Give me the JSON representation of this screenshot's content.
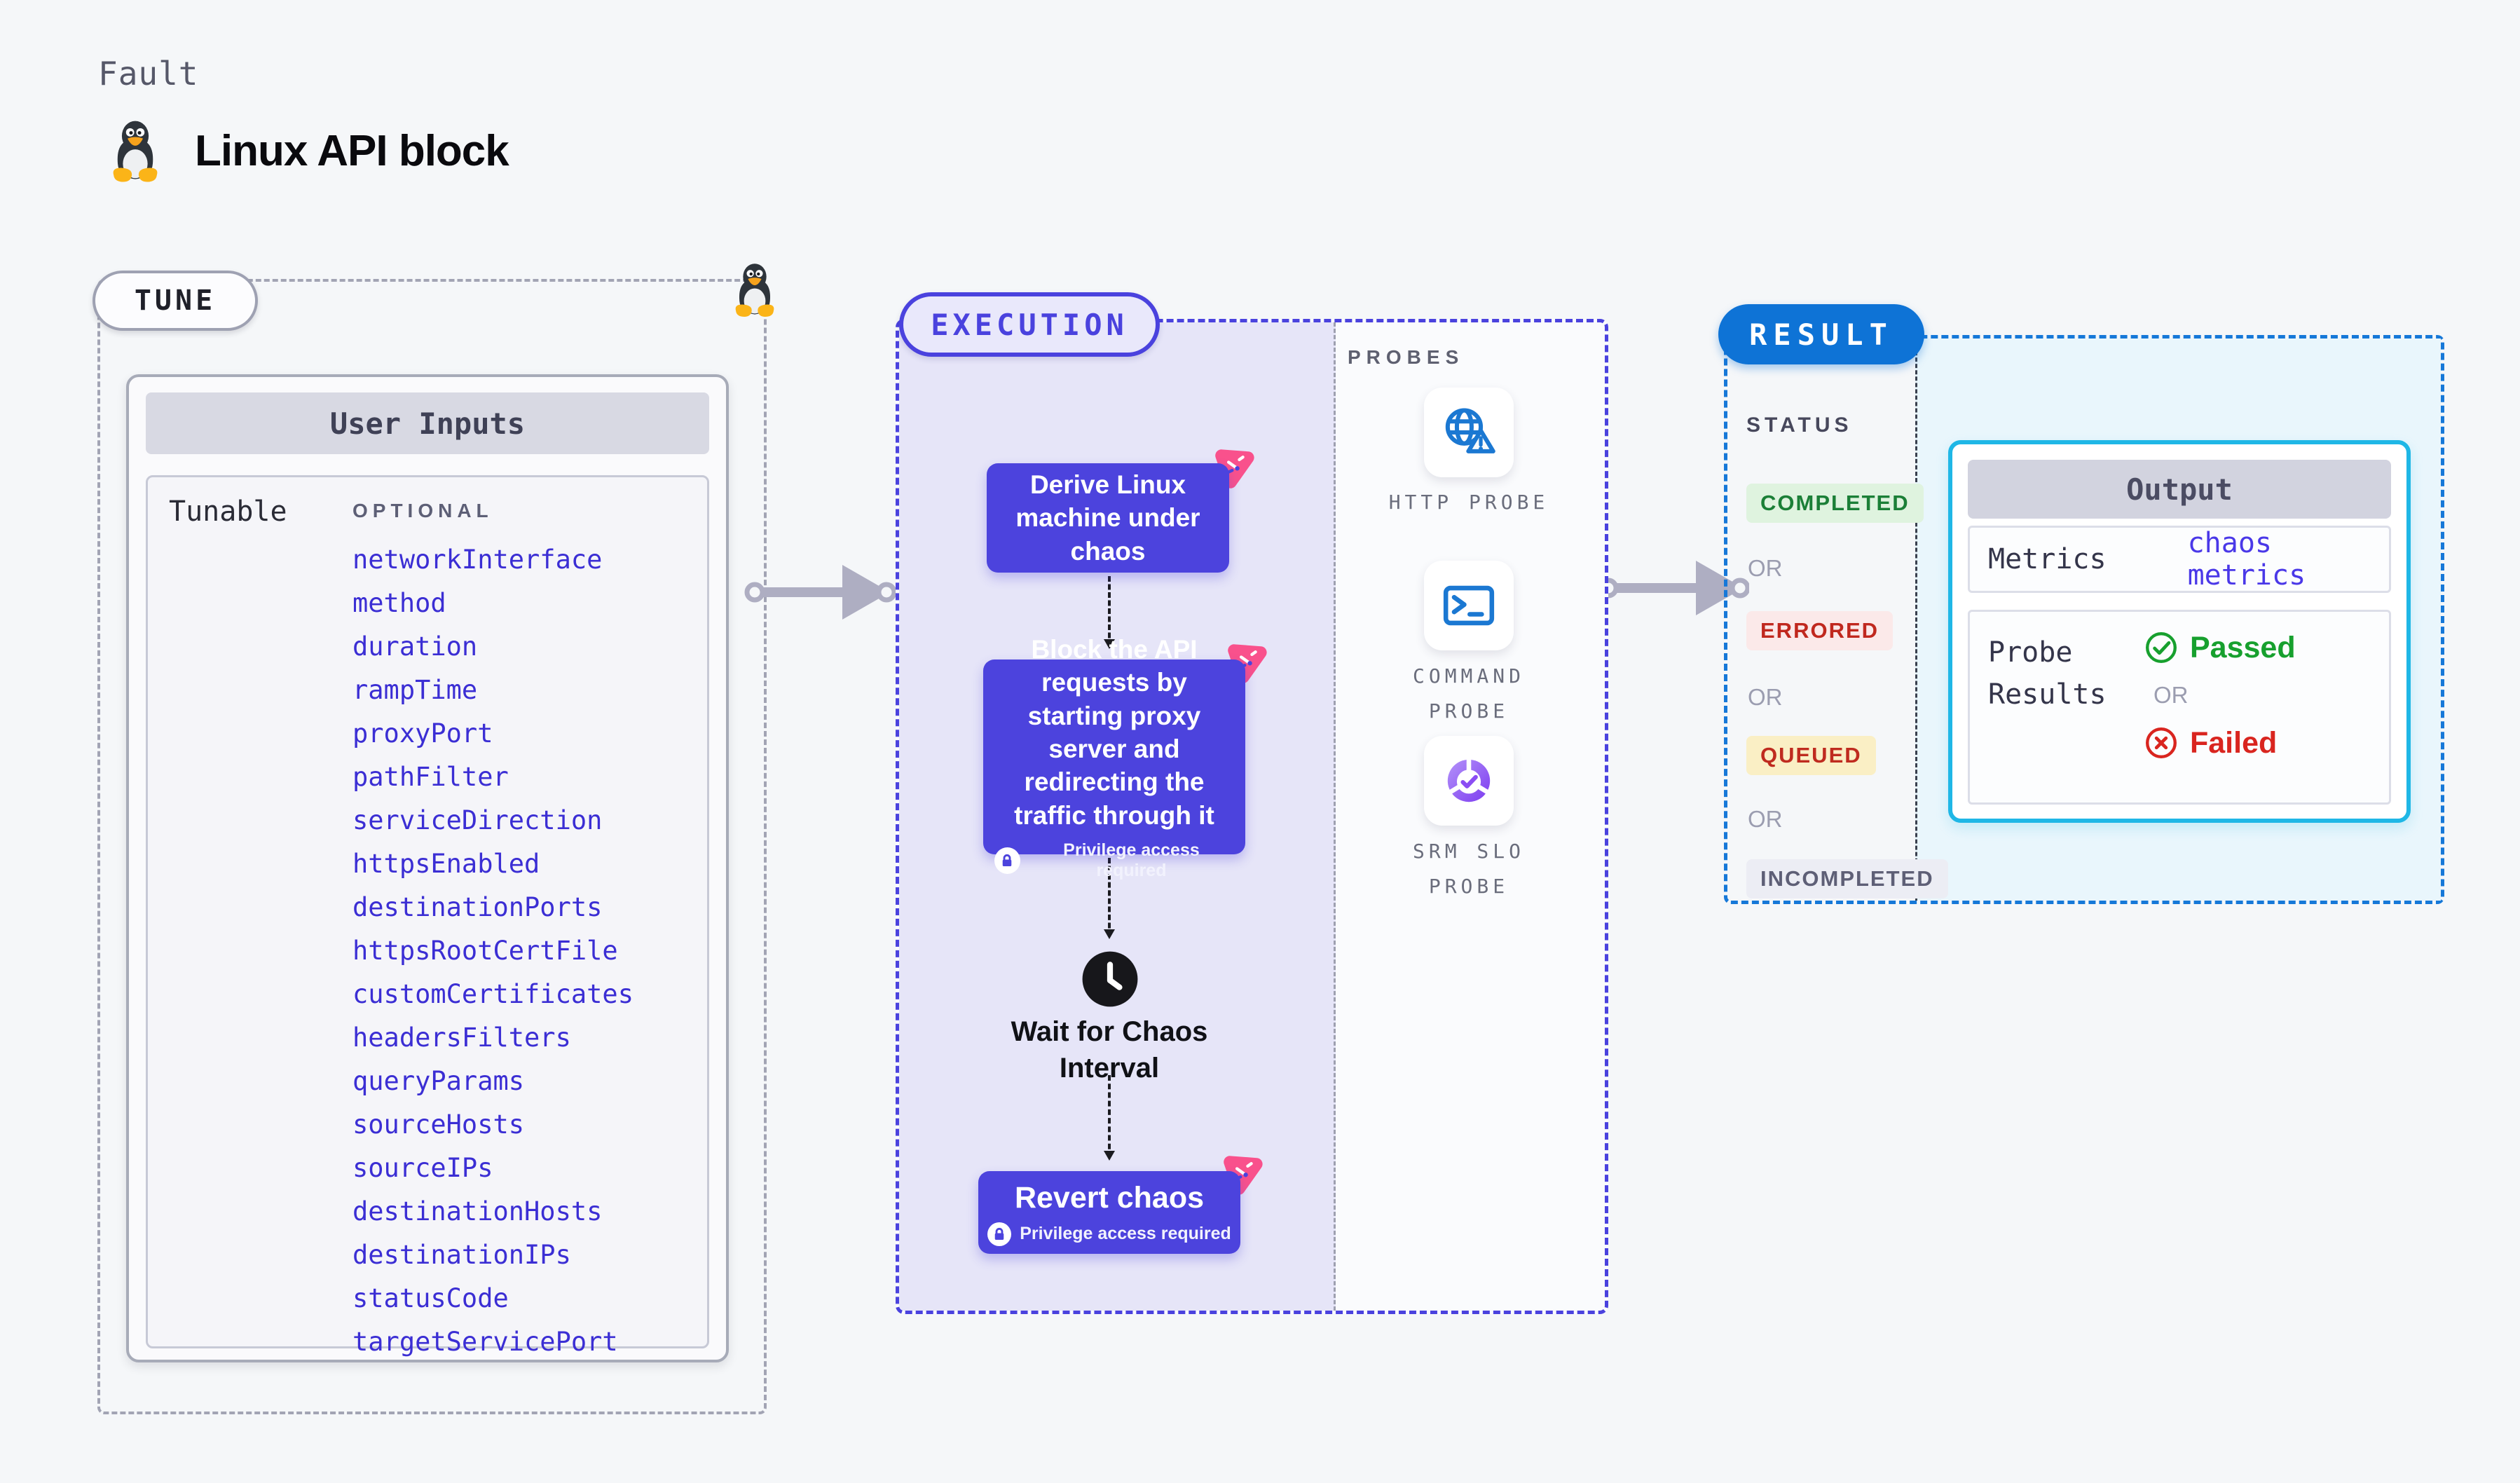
{
  "header": {
    "eyebrow": "Fault",
    "title": "Linux API block",
    "title_icon": "tux-penguin-icon"
  },
  "tune": {
    "badge": "TUNE",
    "panel_title": "User Inputs",
    "row_label": "Tunable",
    "column_label": "OPTIONAL",
    "parameters": [
      "networkInterface",
      "method",
      "duration",
      "rampTime",
      "proxyPort",
      "pathFilter",
      "serviceDirection",
      "httpsEnabled",
      "destinationPorts",
      "httpsRootCertFile",
      "customCertificates",
      "headersFilters",
      "queryParams",
      "sourceHosts",
      "sourceIPs",
      "destinationHosts",
      "destinationIPs",
      "statusCode",
      "targetServicePort"
    ]
  },
  "execution": {
    "badge": "EXECUTION",
    "steps": {
      "derive": "Derive Linux machine under chaos",
      "block": "Block the API requests by starting proxy server and redirecting the traffic through it",
      "wait": "Wait for Chaos Interval",
      "revert": "Revert chaos"
    },
    "privilege_note": "Privilege access required"
  },
  "probes": {
    "label": "PROBES",
    "items": {
      "http": "HTTP PROBE",
      "command": "COMMAND\nPROBE",
      "srm": "SRM SLO\nPROBE"
    }
  },
  "result": {
    "badge": "RESULT",
    "status_label": "STATUS",
    "or_label": "OR",
    "statuses": {
      "completed": "COMPLETED",
      "errored": "ERRORED",
      "queued": "QUEUED",
      "incompleted": "INCOMPLETED"
    },
    "output": {
      "title": "Output",
      "metrics_label": "Metrics",
      "metrics_value": "chaos metrics",
      "probe_results_label": "Probe Results",
      "passed_label": "Passed",
      "failed_label": "Failed",
      "or_label": "OR"
    }
  },
  "colors": {
    "page_bg": "#F5F7F9",
    "accent_indigo": "#4C43DD",
    "param_text": "#3B2ED4",
    "execution_border": "#4A42DE",
    "execution_fill": "#E6E5F8",
    "result_blue": "#0E73D6",
    "result_dash": "#1678D8",
    "output_bg": "#E9F6FC",
    "output_border": "#1FB7E6",
    "completed_green": "#1B7F37",
    "errored_red": "#C0281E",
    "queued_yellow_bg": "#FAEFC5",
    "passed_green": "#17A02E",
    "failed_red": "#D9251F",
    "chaos_pink": "#F9518C",
    "probe_icon_blue": "#1B78D2",
    "srm_purple": "#7C3BF0",
    "arrow_gray": "#AEAEC2"
  }
}
